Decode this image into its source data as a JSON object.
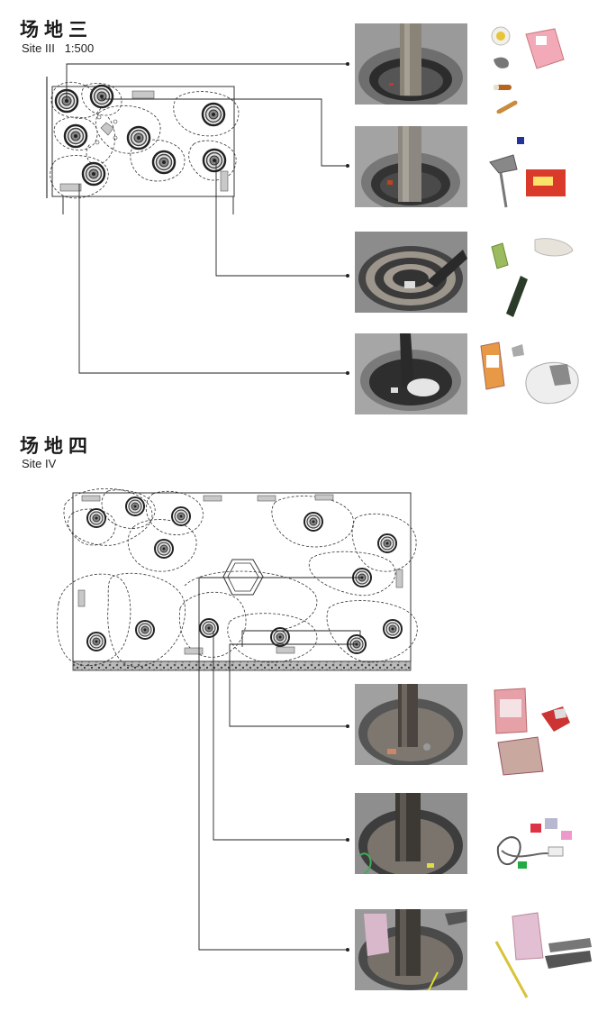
{
  "site3": {
    "title_cn": "场地三",
    "title_en": "Site III",
    "scale": "1:500"
  },
  "site4": {
    "title_cn": "场地四",
    "title_en": "Site IV"
  },
  "photos": [
    {
      "name": "site3-tree-pit-1"
    },
    {
      "name": "site3-tree-pit-2"
    },
    {
      "name": "site3-tree-pit-3"
    },
    {
      "name": "site3-tree-pit-4"
    },
    {
      "name": "site4-tree-pit-1"
    },
    {
      "name": "site4-tree-pit-2"
    },
    {
      "name": "site4-tree-pit-3"
    }
  ],
  "colors": {
    "line": "#333333",
    "paving": "#666666",
    "bench": "#c8c8c8"
  }
}
